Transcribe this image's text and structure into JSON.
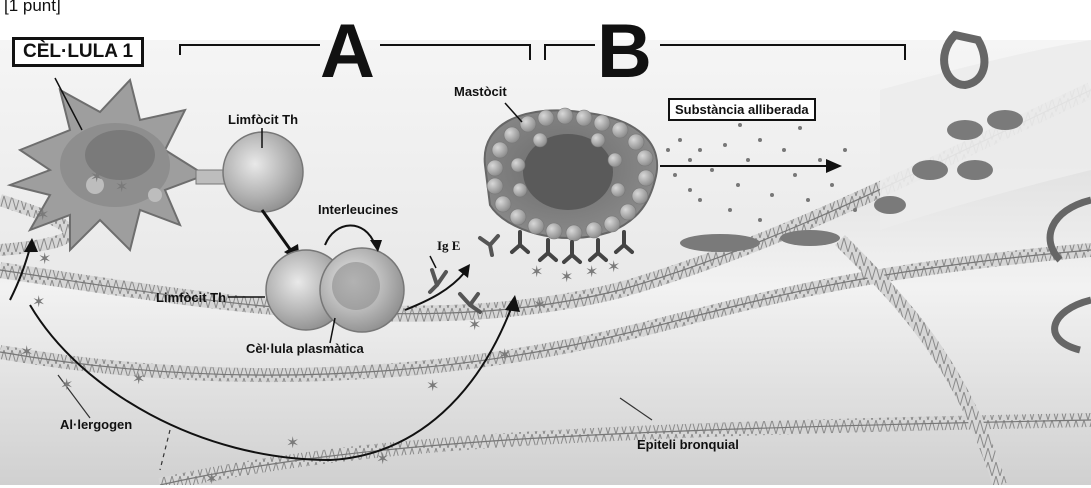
{
  "header_text": "[1 punt]",
  "labels": {
    "cell1": "CÈL·LULA 1",
    "section_a": "A",
    "section_b": "B",
    "limfocit_th_top": "Limfòcit Th",
    "limfocit_th_bottom": "Limfòcit Th",
    "interleucines": "Interleucines",
    "ige": "Ig E",
    "mastocit": "Mastòcit",
    "substancia": "Substància alliberada",
    "cellula_plasmatica": "Cèl·lula plasmàtica",
    "allergogen": "Al·lergogen",
    "epiteli": "Epiteli bronquial"
  },
  "icons": {
    "allergen": "star-allergen-icon",
    "antibody": "y-antibody-icon"
  },
  "colors": {
    "ink": "#111111",
    "cell_fill": "#9a9a9a",
    "background": "#ffffff"
  }
}
